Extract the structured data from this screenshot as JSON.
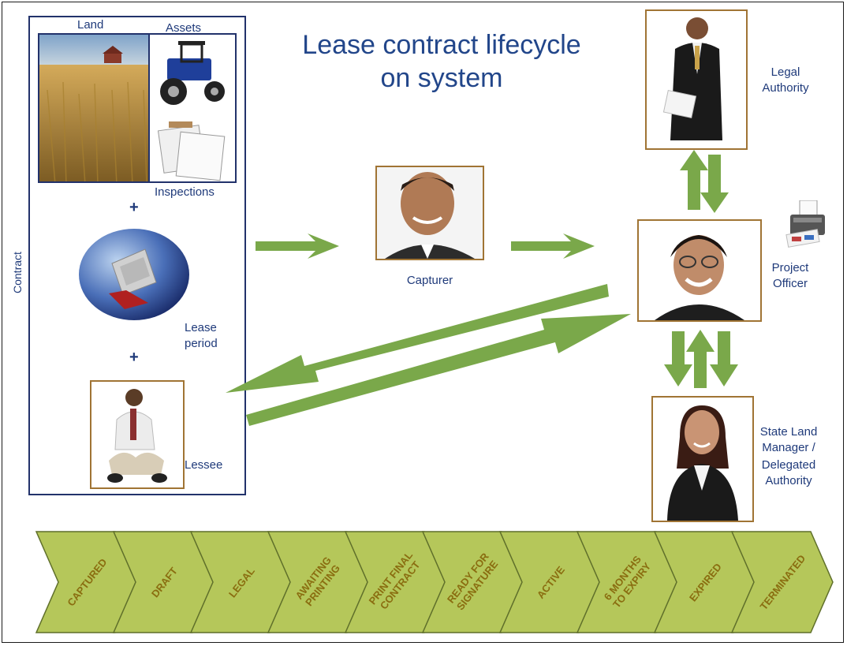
{
  "title_line1": "Lease contract lifecycle",
  "title_line2": "on system",
  "contract_label": "Contract",
  "contract": {
    "land_label": "Land",
    "assets_label": "Assets",
    "inspections_label": "Inspections",
    "plus": "+",
    "lease_period_line1": "Lease",
    "lease_period_line2": "period",
    "lessee_label": "Lessee"
  },
  "roles": {
    "capturer": "Capturer",
    "legal_line1": "Legal",
    "legal_line2": "Authority",
    "project_line1": "Project",
    "project_line2": "Officer",
    "state_line1": "State Land",
    "state_line2": "Manager /",
    "state_line3": "Delegated",
    "state_line4": "Authority"
  },
  "stages": [
    {
      "line1": "CAPTURED",
      "line2": ""
    },
    {
      "line1": "DRAFT",
      "line2": ""
    },
    {
      "line1": "LEGAL",
      "line2": ""
    },
    {
      "line1": "AWAITING",
      "line2": "PRINTING"
    },
    {
      "line1": "PRINT FINAL",
      "line2": "CONTRACT"
    },
    {
      "line1": "READY FOR",
      "line2": "SIGNATURE"
    },
    {
      "line1": "ACTIVE",
      "line2": ""
    },
    {
      "line1": "6 MONTHS",
      "line2": "TO EXPIRY"
    },
    {
      "line1": "EXPIRED",
      "line2": ""
    },
    {
      "line1": "TERMINATED",
      "line2": ""
    }
  ],
  "colors": {
    "arrow_green": "#7aa84a",
    "chevron_fill": "#b5c75a",
    "chevron_stroke": "#5f6f2a",
    "stage_text": "#8a6d10",
    "label_blue": "#1f3a7a",
    "photo_border": "#a07434"
  }
}
